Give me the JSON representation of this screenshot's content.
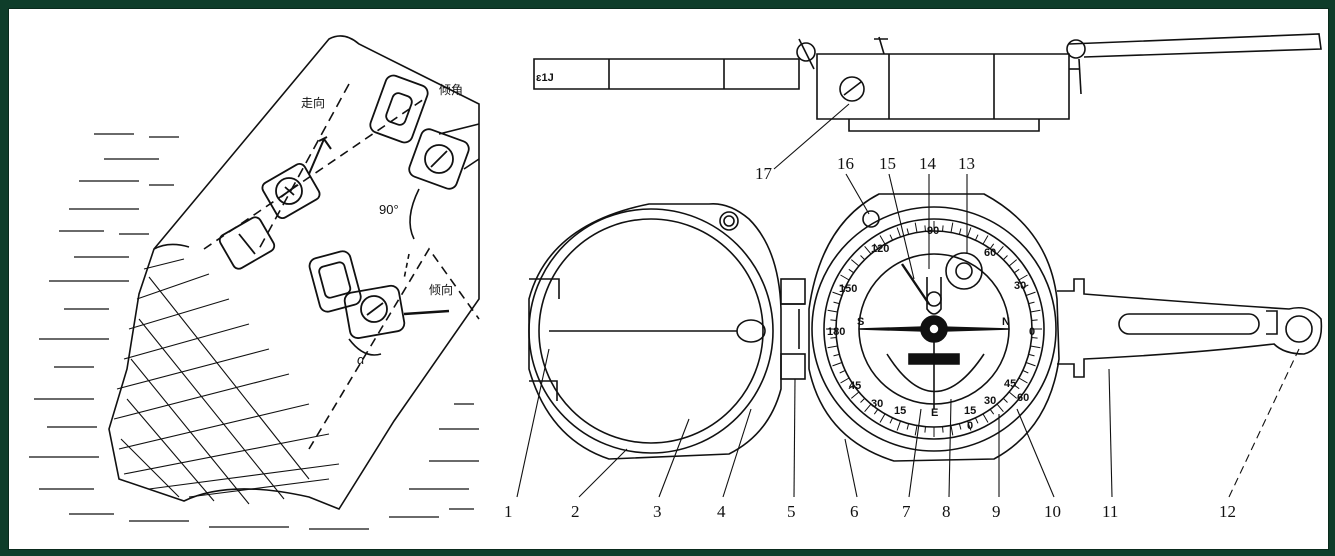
{
  "colors": {
    "frame": "#0f3d2a",
    "paper": "#ffffff",
    "ink": "#111111"
  },
  "left_figure": {
    "strike_label": "走向",
    "dip_angle_label": "倾角",
    "dip_direction_label": "倾向",
    "right_angle_label": "90°",
    "alpha_label": "α"
  },
  "right_figure": {
    "side_view_mark": "ɛ1J",
    "part_numbers": [
      "1",
      "2",
      "3",
      "4",
      "5",
      "6",
      "7",
      "8",
      "9",
      "10",
      "11",
      "12",
      "13",
      "14",
      "15",
      "16",
      "17"
    ],
    "dial_labels": {
      "d90": "90",
      "d120": "120",
      "d150": "150",
      "d180": "180",
      "d60": "60",
      "d30": "30",
      "d0": "0",
      "s": "S",
      "n": "N",
      "e": "E",
      "c15": "15",
      "c30": "30",
      "c45": "45",
      "c45b": "45",
      "c30b": "30",
      "c15b": "15",
      "c60": "60",
      "c0": "0"
    }
  }
}
